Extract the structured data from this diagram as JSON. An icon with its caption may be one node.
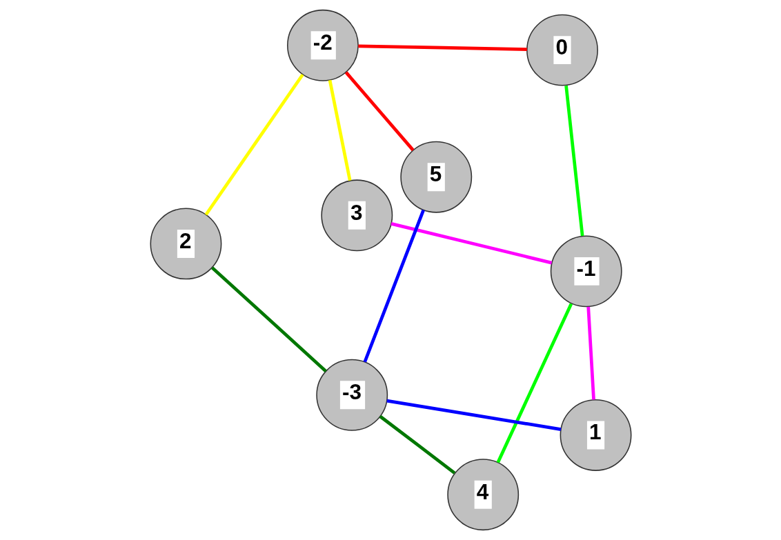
{
  "diagram": {
    "nodes": [
      {
        "text": [
          "3"
        ]
      },
      {
        "text": [
          "0"
        ]
      },
      {
        "text": [
          "-1"
        ]
      },
      {
        "text": [
          "-2"
        ]
      },
      {
        "text": [
          "1"
        ]
      },
      {
        "text": [
          "2"
        ]
      },
      {
        "text": [
          "-3"
        ]
      },
      {
        "text": [
          "4"
        ]
      },
      {
        "text": [
          "5"
        ]
      }
    ],
    "edges": [
      {
        "from": 0,
        "to": 2,
        "arrow": "none",
        "color": "#ff00ff"
      },
      {
        "from": 2,
        "to": 4,
        "arrow": "none",
        "color": "#ff00ff"
      },
      {
        "from": 0,
        "to": 3,
        "arrow": "none",
        "color": "#ffff00"
      },
      {
        "from": 3,
        "to": 5,
        "arrow": "none",
        "color": "#ffff00"
      },
      {
        "from": 1,
        "to": 2,
        "arrow": "none",
        "color": "#00ff00"
      },
      {
        "from": 2,
        "to": 7,
        "arrow": "none",
        "color": "#00ff00"
      },
      {
        "from": 1,
        "to": 3,
        "arrow": "none",
        "color": "#ff0000"
      },
      {
        "from": 3,
        "to": 8,
        "arrow": "none",
        "color": "#ff0000"
      },
      {
        "from": 4,
        "to": 6,
        "arrow": "none",
        "color": "#0000ff"
      },
      {
        "from": 6,
        "to": 8,
        "arrow": "none",
        "color": "#0000ff"
      },
      {
        "from": 5,
        "to": 6,
        "arrow": "none",
        "color": "#007700"
      },
      {
        "from": 6,
        "to": 7,
        "arrow": "none",
        "color": "#007700"
      }
    ]
  }
}
